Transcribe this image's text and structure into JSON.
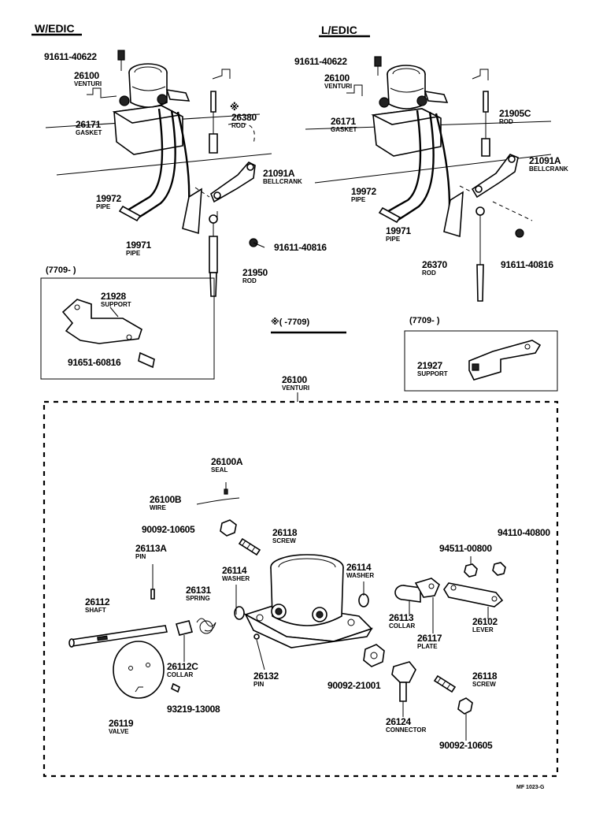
{
  "header": {
    "left_title": "W/EDIC",
    "right_title": "L/EDIC",
    "mark_note": "※(    -7709)",
    "left_inset_note": "(7709-      )",
    "right_inset_note": "(7709-      )",
    "footer_code": "MF 1023-G"
  },
  "left_assembly": [
    {
      "num": "91611-40622",
      "name": ""
    },
    {
      "num": "26100",
      "name": "VENTURI"
    },
    {
      "num": "26171",
      "name": "GASKET"
    },
    {
      "num": "※",
      "name": ""
    },
    {
      "num": "26380",
      "name": "ROD"
    },
    {
      "num": "21091A",
      "name": "BELLCRANK"
    },
    {
      "num": "19972",
      "name": "PIPE"
    },
    {
      "num": "19971",
      "name": "PIPE"
    },
    {
      "num": "91611-40816",
      "name": ""
    },
    {
      "num": "21950",
      "name": "ROD"
    }
  ],
  "left_inset": [
    {
      "num": "21928",
      "name": "SUPPORT"
    },
    {
      "num": "91651-60816",
      "name": ""
    }
  ],
  "right_assembly": [
    {
      "num": "91611-40622",
      "name": ""
    },
    {
      "num": "26100",
      "name": "VENTURI"
    },
    {
      "num": "26171",
      "name": "GASKET"
    },
    {
      "num": "21905C",
      "name": "ROD"
    },
    {
      "num": "21091A",
      "name": "BELLCRANK"
    },
    {
      "num": "19972",
      "name": "PIPE"
    },
    {
      "num": "19971",
      "name": "PIPE"
    },
    {
      "num": "26370",
      "name": "ROD"
    },
    {
      "num": "91611-40816",
      "name": ""
    }
  ],
  "right_inset": [
    {
      "num": "21927",
      "name": "SUPPORT"
    }
  ],
  "exploded_title": {
    "num": "26100",
    "name": "VENTURI"
  },
  "exploded_parts": [
    {
      "num": "26100A",
      "name": "SEAL"
    },
    {
      "num": "26100B",
      "name": "WIRE"
    },
    {
      "num": "90092-10605",
      "name": ""
    },
    {
      "num": "26118",
      "name": "SCREW"
    },
    {
      "num": "26113A",
      "name": "PIN"
    },
    {
      "num": "26114",
      "name": "WASHER"
    },
    {
      "num": "26114",
      "name": "WASHER"
    },
    {
      "num": "94511-00800",
      "name": ""
    },
    {
      "num": "94110-40800",
      "name": ""
    },
    {
      "num": "26131",
      "name": "SPRING"
    },
    {
      "num": "26112",
      "name": "SHAFT"
    },
    {
      "num": "26113",
      "name": "COLLAR"
    },
    {
      "num": "26102",
      "name": "LEVER"
    },
    {
      "num": "26117",
      "name": "PLATE"
    },
    {
      "num": "26112C",
      "name": "COLLAR"
    },
    {
      "num": "26132",
      "name": "PIN"
    },
    {
      "num": "90092-21001",
      "name": ""
    },
    {
      "num": "26118",
      "name": "SCREW"
    },
    {
      "num": "93219-13008",
      "name": ""
    },
    {
      "num": "26119",
      "name": "VALVE"
    },
    {
      "num": "26124",
      "name": "CONNECTOR"
    },
    {
      "num": "90092-10605",
      "name": ""
    }
  ]
}
